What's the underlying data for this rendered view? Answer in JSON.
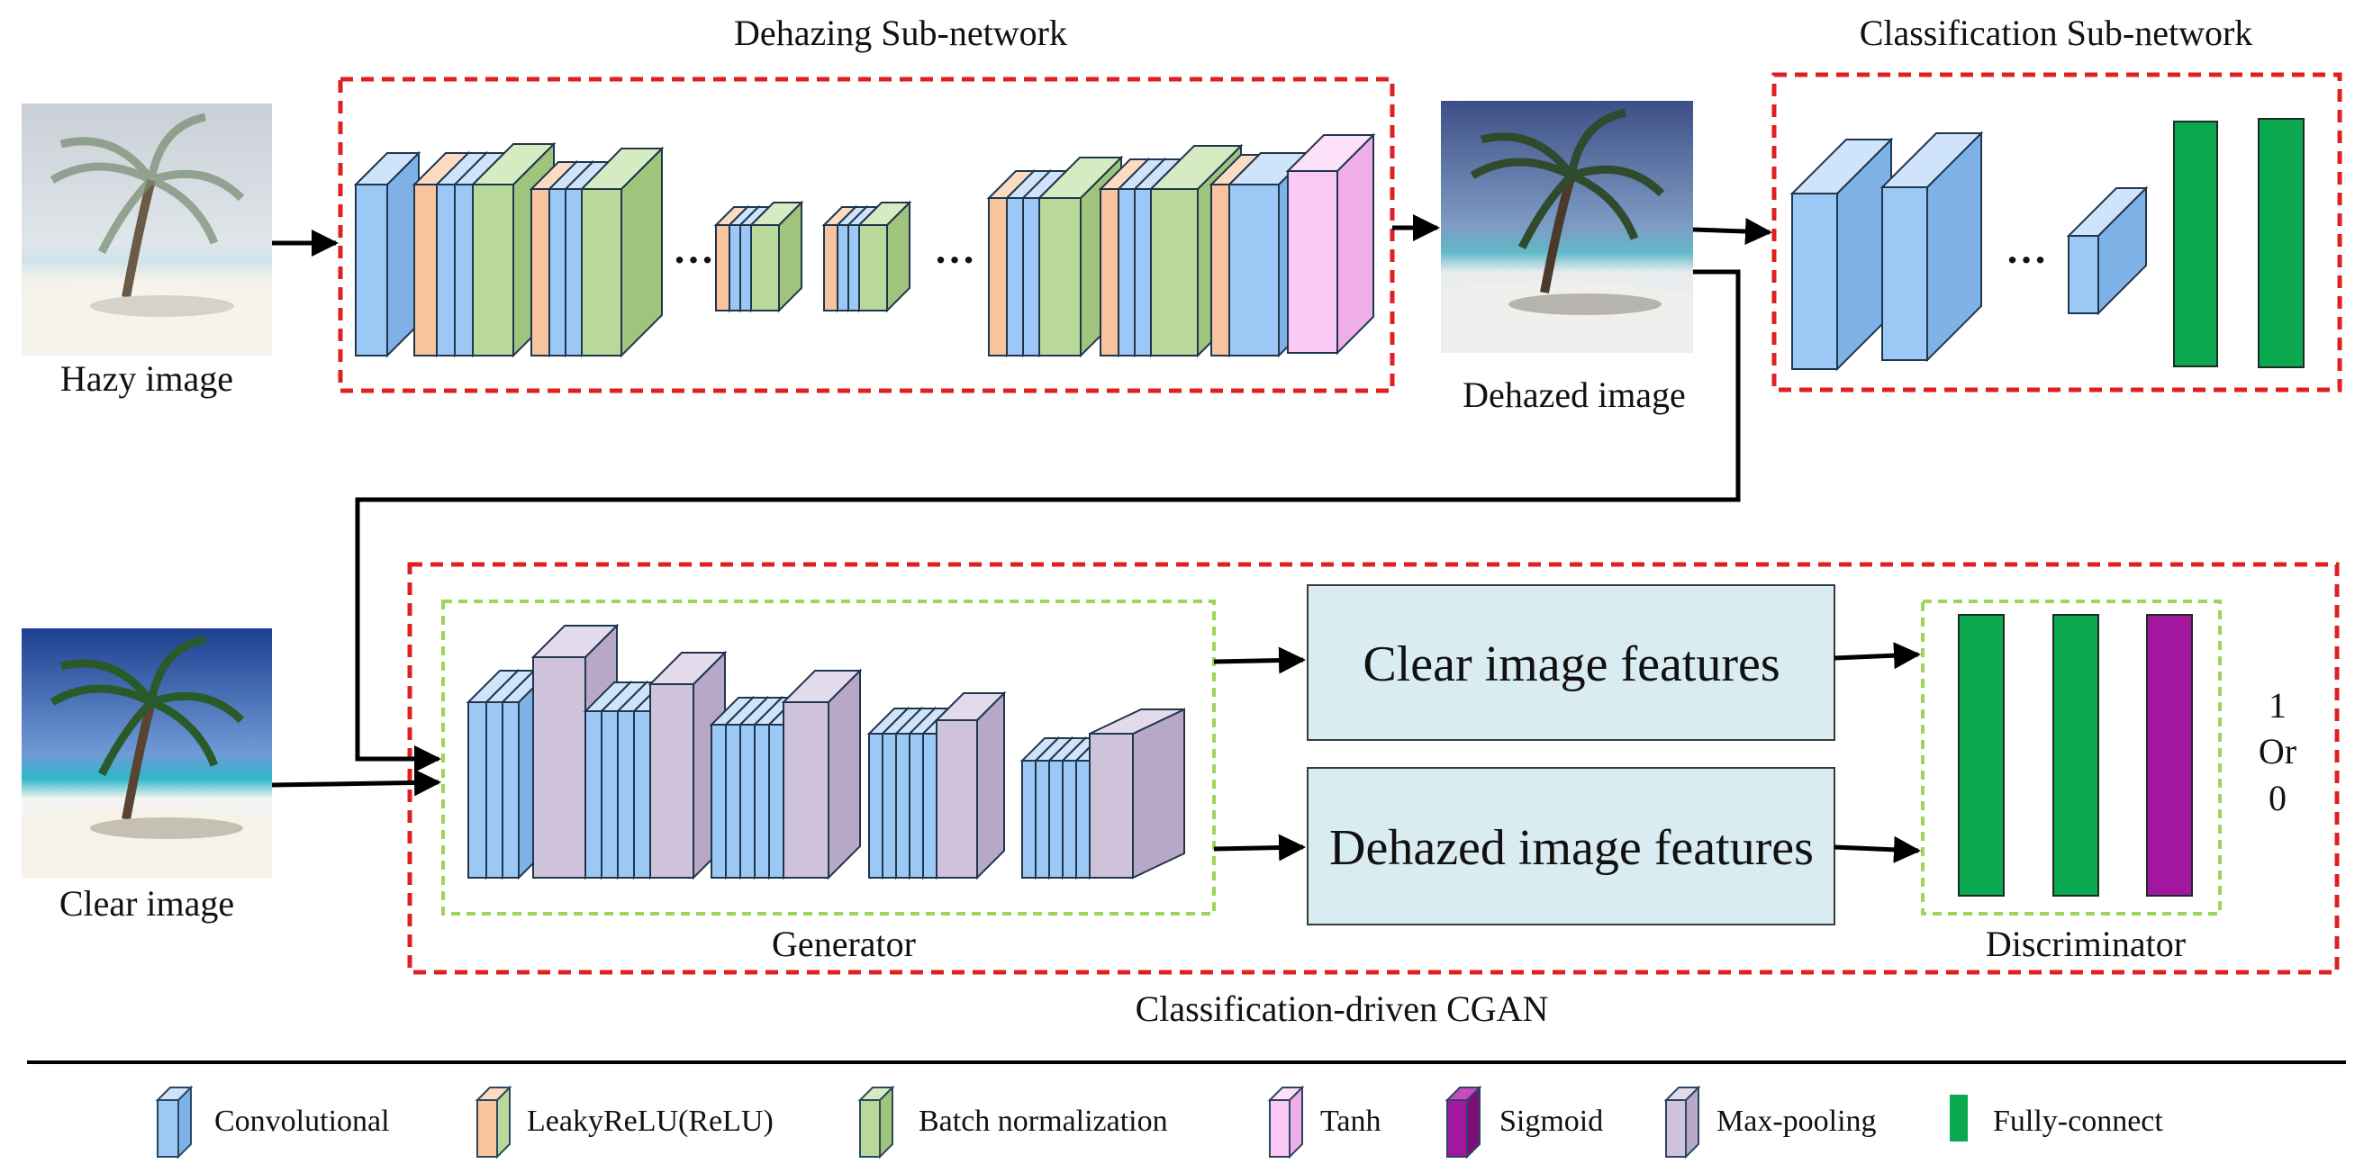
{
  "titles": {
    "dehazing": "Dehazing Sub-network",
    "classification": "Classification Sub-network",
    "cgan": "Classification-driven CGAN"
  },
  "images": {
    "hazy": "Hazy image",
    "dehazed": "Dehazed image",
    "clear": "Clear image"
  },
  "features": {
    "clear": "Clear image features",
    "dehazed": "Dehazed image features"
  },
  "modules": {
    "generator": "Generator",
    "discriminator": "Discriminator"
  },
  "output": {
    "line1": "1",
    "line2": "Or",
    "line3": "0"
  },
  "ellipsis": "…",
  "legend": [
    {
      "label": "Convolutional",
      "color": "#9cc8f5",
      "icon": "convolutional-icon"
    },
    {
      "label": "LeakyReLU(ReLU)",
      "color": "#f7c49d",
      "icon": "leakyrelu-icon"
    },
    {
      "label": "Batch normalization",
      "color": "#b9d99b",
      "icon": "batch-normalization-icon"
    },
    {
      "label": "Tanh",
      "color": "#fac8f4",
      "icon": "tanh-icon"
    },
    {
      "label": "Sigmoid",
      "color": "#a3169e",
      "icon": "sigmoid-icon"
    },
    {
      "label": "Max-pooling",
      "color": "#cfc3dc",
      "icon": "max-pooling-icon"
    },
    {
      "label": "Fully-connect",
      "color": "#0aa84f",
      "icon": "fully-connect-icon"
    }
  ],
  "colors": {
    "conv": "#9cc8f5",
    "relu": "#f7c49d",
    "bn": "#b9d99b",
    "tanh": "#fac8f4",
    "sigmoid": "#a3169e",
    "pool": "#cfc3dc",
    "fc": "#0aa84f",
    "feature_box": "#d9ecf2",
    "red_dash": "#e02020",
    "green_dash": "#9ed45a"
  }
}
